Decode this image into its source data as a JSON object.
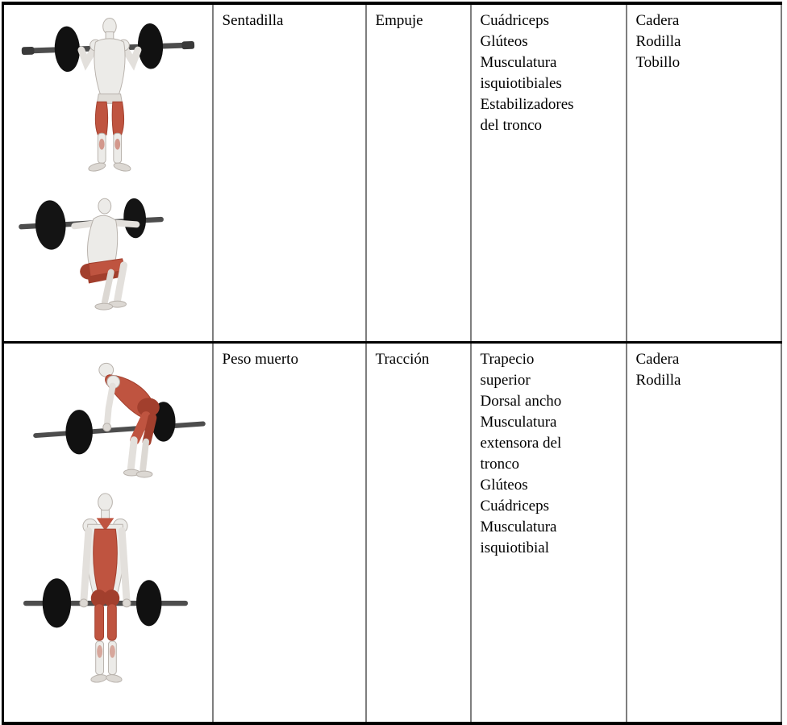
{
  "table": {
    "rows": [
      {
        "exercise": "Sentadilla",
        "movement": "Empuje",
        "muscles": [
          "Cuádriceps",
          "Glúteos",
          "Musculatura isquiotibiales",
          "Estabilizadores del tronco"
        ],
        "joints": [
          "Cadera",
          "Rodilla",
          "Tobillo"
        ],
        "figures": [
          "barbell-squat-standing-figure",
          "barbell-squat-bottom-figure"
        ]
      },
      {
        "exercise": "Peso muerto",
        "movement": "Tracción",
        "muscles": [
          "Trapecio superior",
          "Dorsal ancho",
          "Musculatura extensora del tronco",
          "Glúteos",
          "Cuádriceps",
          "Musculatura isquiotibial"
        ],
        "joints": [
          "Cadera",
          "Rodilla"
        ],
        "figures": [
          "barbell-deadlift-bent-figure",
          "barbell-deadlift-lockout-figure"
        ]
      }
    ],
    "colors": {
      "muscle_highlight": "#bf5440",
      "muscle_highlight_dark": "#a23f2d",
      "figure_body": "#ecebe8",
      "figure_outline": "#b8b2ac",
      "plate": "#111111",
      "bar": "#4d4d4d",
      "border_inner": "#7e7e7e",
      "border_outer": "#000000"
    }
  }
}
